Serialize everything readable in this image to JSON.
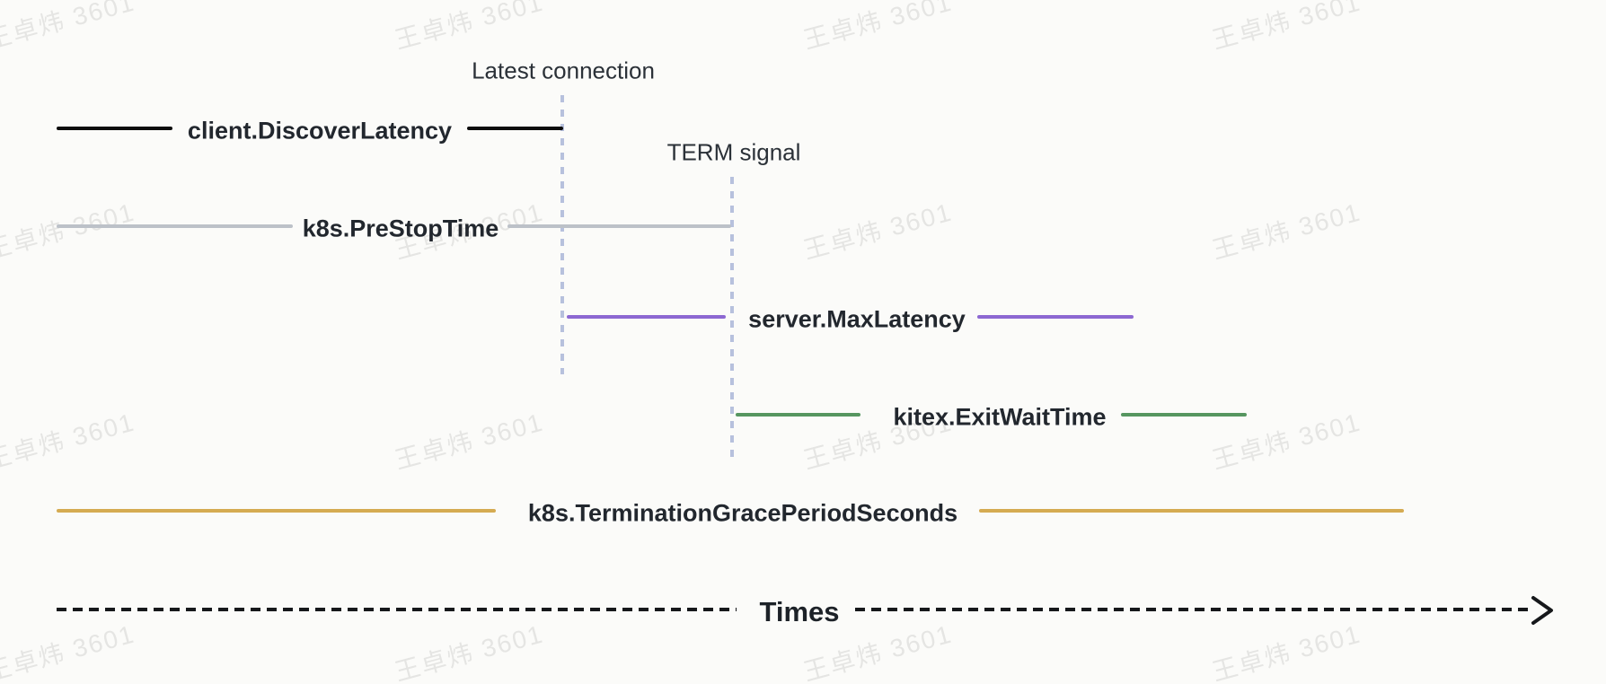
{
  "watermark": {
    "text": "王卓炜 3601"
  },
  "annotations": [
    {
      "id": "latest-connection",
      "label": "Latest connection"
    },
    {
      "id": "term-signal",
      "label": "TERM signal"
    }
  ],
  "timeline": {
    "rows": [
      {
        "label": "client.DiscoverLatency",
        "color": "#0d0d0d"
      },
      {
        "label": "k8s.PreStopTime",
        "color": "#bcc1c8"
      },
      {
        "label": "server.MaxLatency",
        "color": "#8d68d2"
      },
      {
        "label": "kitex.ExitWaitTime",
        "color": "#569660"
      },
      {
        "label": "k8s.TerminationGracePeriodSeconds",
        "color": "#d5ab52"
      }
    ]
  },
  "axis": {
    "label": "Times"
  },
  "colors": {
    "background": "#fbfbf9",
    "guide_dash": "#b7c1dd",
    "axis_line": "#16181b",
    "text": "#22272e"
  }
}
